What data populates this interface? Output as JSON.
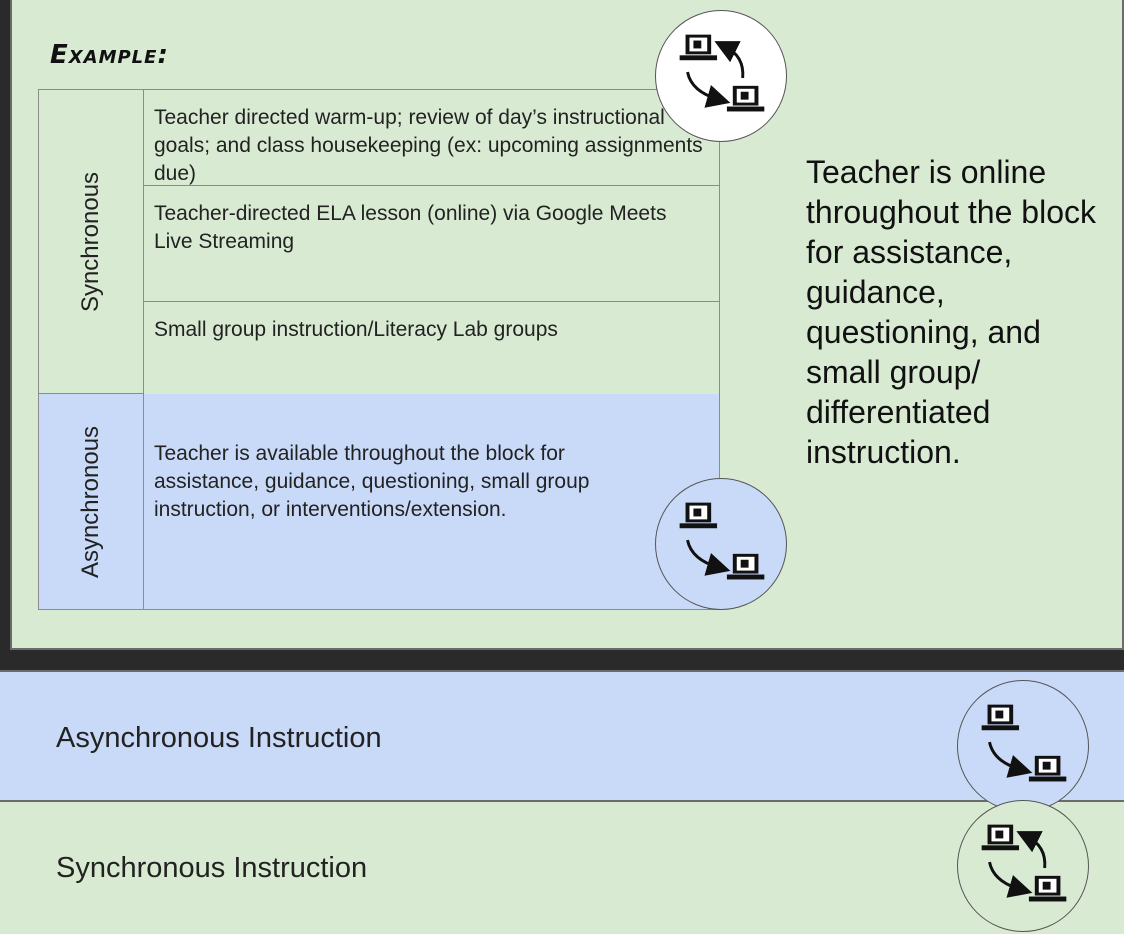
{
  "example": {
    "title": "Example:",
    "table": {
      "sync_label": "Synchronous",
      "async_label": "Asynchronous",
      "rows": [
        "Teacher directed warm-up; review of day’s instructional goals; and class housekeeping (ex: upcoming assignments due)",
        "Teacher-directed ELA lesson (online)  via Google Meets Live Streaming",
        "Small group instruction/Literacy Lab groups"
      ],
      "async_text": "Teacher is available throughout the block for assistance, guidance, questioning, small group instruction, or interventions/extension."
    },
    "side_note": "Teacher is online throughout the block for assistance, guidance, questioning, and small group/ differentiated instruction."
  },
  "legend": {
    "async_label": "Asynchronous Instruction",
    "sync_label": "Synchronous Instruction"
  },
  "icons": {
    "sync": "two-way-computers-icon",
    "async": "one-way-computers-icon"
  },
  "colors": {
    "green": "#d9ead3",
    "blue": "#c9daf8",
    "dark": "#2a2a2a"
  }
}
